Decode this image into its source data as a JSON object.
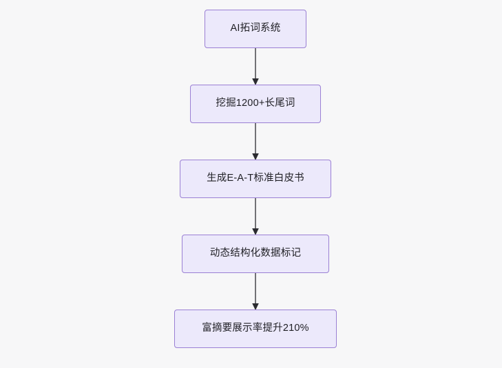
{
  "diagram": {
    "type": "flowchart",
    "direction": "top-to-bottom",
    "background_color": "#f7f7f8",
    "node_fill_color": "#ece9fb",
    "node_border_color": "#9a7fd4",
    "edge_color": "#2b2b30",
    "nodes": [
      {
        "id": "n1",
        "label": "AI拓词系统"
      },
      {
        "id": "n2",
        "label": "挖掘1200+长尾词"
      },
      {
        "id": "n3",
        "label": "生成E-A-T标准白皮书"
      },
      {
        "id": "n4",
        "label": "动态结构化数据标记"
      },
      {
        "id": "n5",
        "label": "富摘要展示率提升210%"
      }
    ],
    "edges": [
      {
        "from": "n1",
        "to": "n2",
        "label": ""
      },
      {
        "from": "n2",
        "to": "n3",
        "label": ""
      },
      {
        "from": "n3",
        "to": "n4",
        "label": ""
      },
      {
        "from": "n4",
        "to": "n5",
        "label": ""
      }
    ]
  }
}
